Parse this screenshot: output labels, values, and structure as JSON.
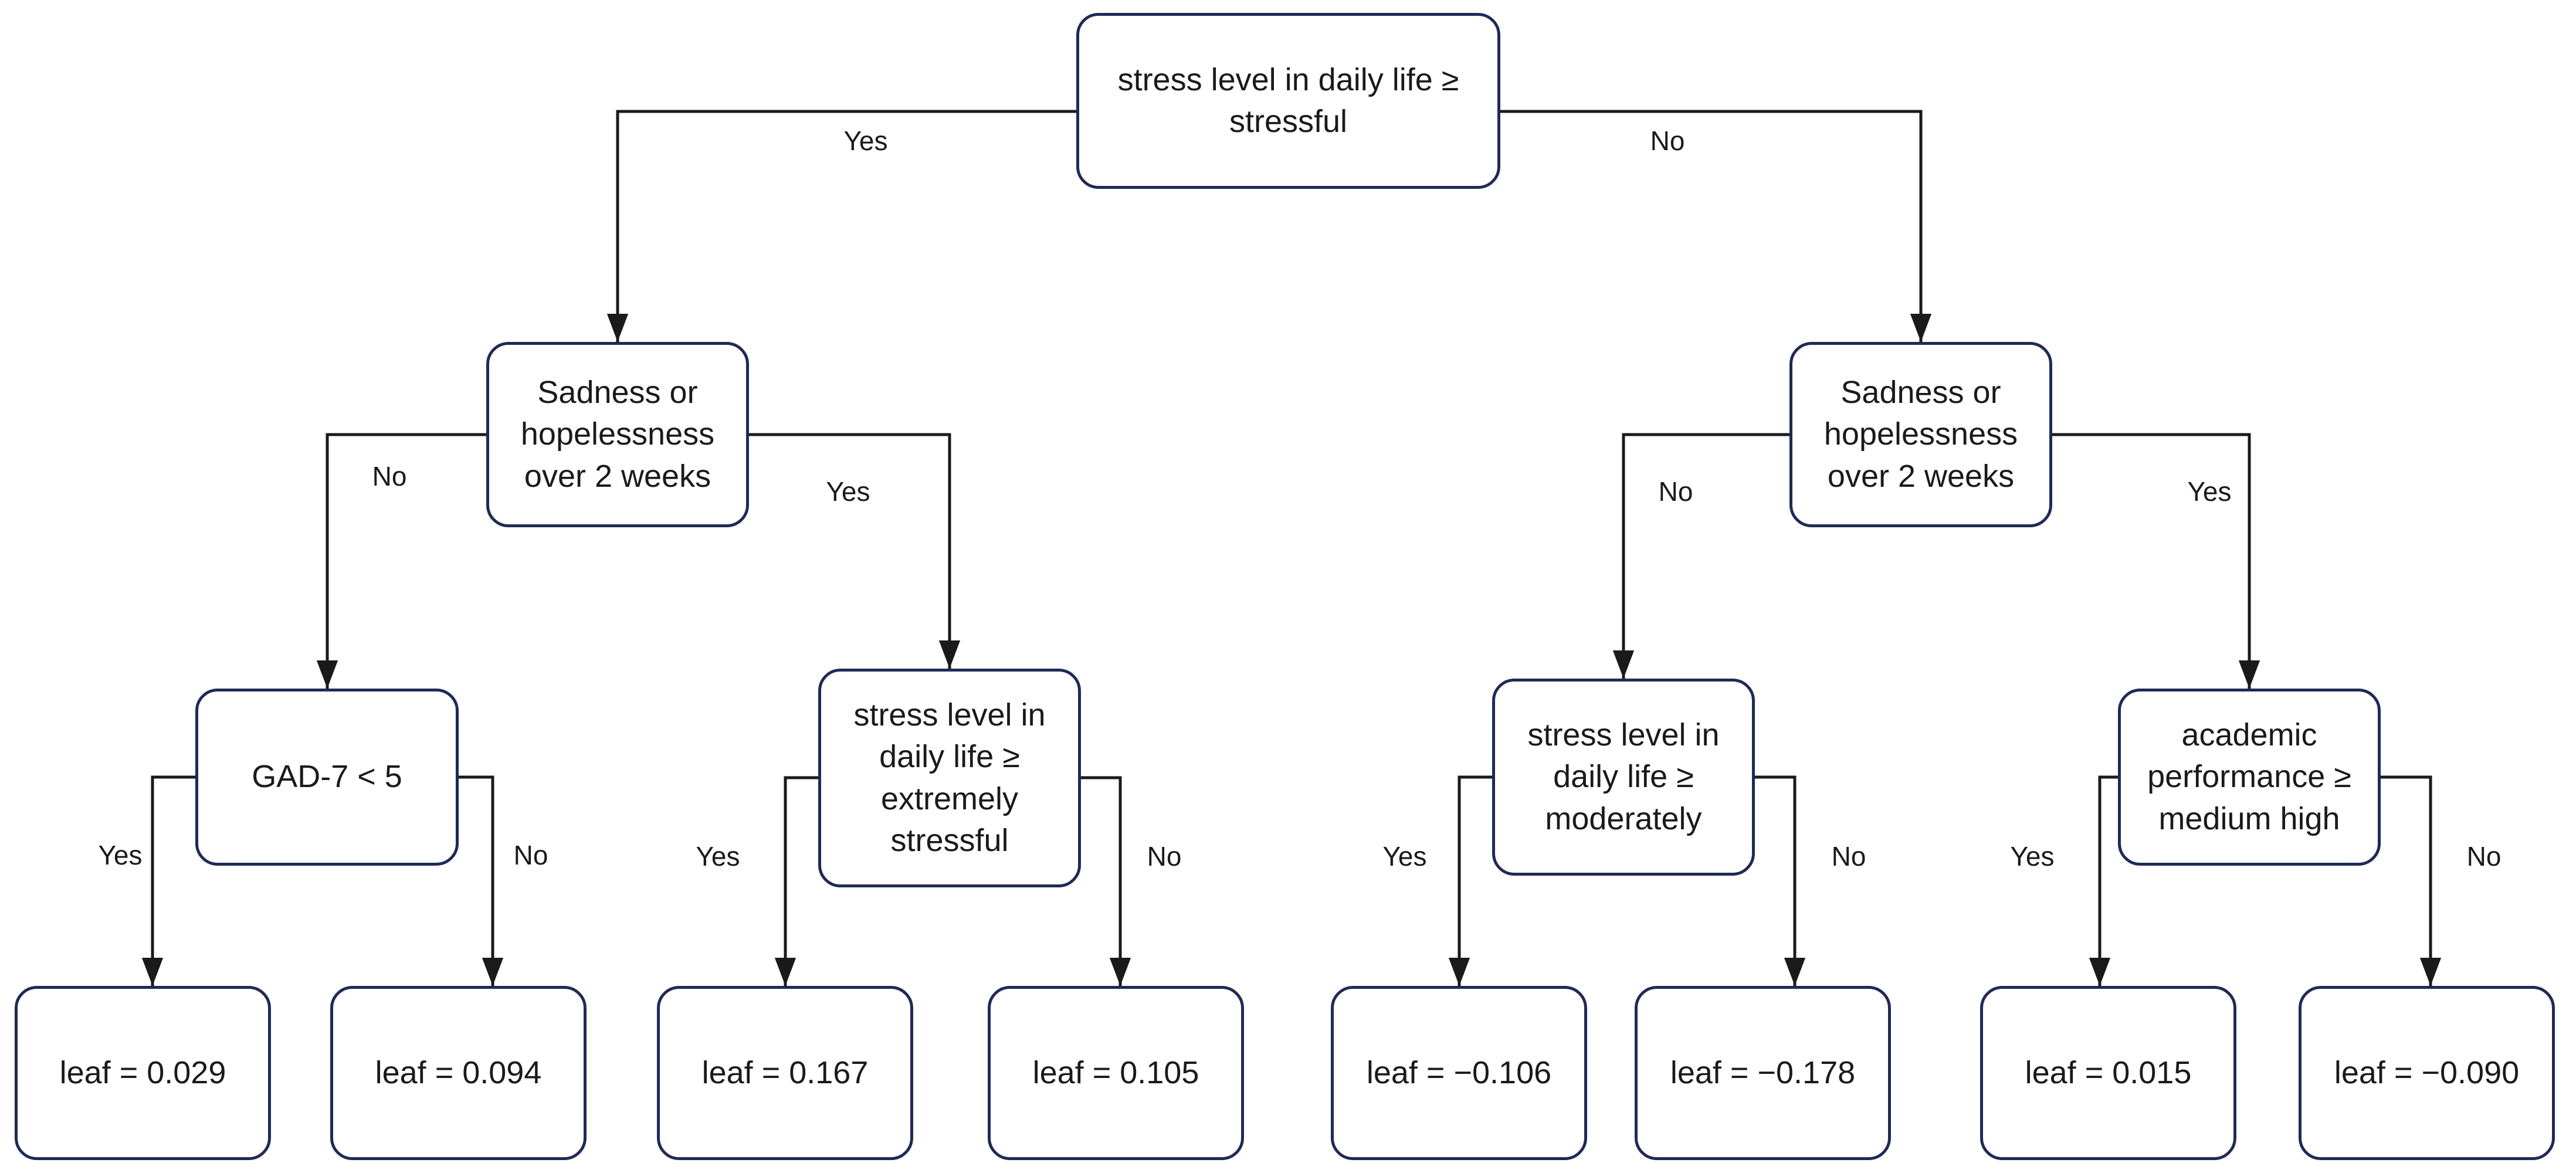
{
  "diagram": {
    "type": "decision-tree",
    "colors": {
      "node_border": "#1f2a56",
      "node_fill": "#ffffff",
      "edge": "#1a1a1a",
      "text": "#1a1a1a",
      "background": "#ffffff"
    },
    "nodes": {
      "root": {
        "label": "stress level in daily life ≥ stressful"
      },
      "sad_left": {
        "label": "Sadness or hopelessness over 2 weeks"
      },
      "sad_right": {
        "label": "Sadness or hopelessness over 2 weeks"
      },
      "gad7": {
        "label": "GAD-7 < 5"
      },
      "stress_extreme": {
        "label": "stress level in daily life ≥ extremely stressful"
      },
      "stress_moderate": {
        "label": "stress level in daily life ≥ moderately"
      },
      "academic": {
        "label": "academic performance ≥ medium high"
      },
      "leaf_1": {
        "label": "leaf = 0.029"
      },
      "leaf_2": {
        "label": "leaf = 0.094"
      },
      "leaf_3": {
        "label": "leaf = 0.167"
      },
      "leaf_4": {
        "label": "leaf = 0.105"
      },
      "leaf_5": {
        "label": "leaf = −0.106"
      },
      "leaf_6": {
        "label": "leaf = −0.178"
      },
      "leaf_7": {
        "label": "leaf = 0.015"
      },
      "leaf_8": {
        "label": "leaf = −0.090"
      }
    },
    "edge_labels": {
      "root_yes": "Yes",
      "root_no": "No",
      "sad_left_no": "No",
      "sad_left_yes": "Yes",
      "sad_right_no": "No",
      "sad_right_yes": "Yes",
      "gad7_yes": "Yes",
      "gad7_no": "No",
      "extreme_yes": "Yes",
      "extreme_no": "No",
      "moderate_yes": "Yes",
      "moderate_no": "No",
      "academic_yes": "Yes",
      "academic_no": "No"
    },
    "tree": {
      "node": "stress level in daily life ≥ stressful",
      "yes": {
        "node": "Sadness or hopelessness over 2 weeks",
        "no": {
          "node": "GAD-7 < 5",
          "yes": {
            "leaf": 0.029
          },
          "no": {
            "leaf": 0.094
          }
        },
        "yes": {
          "node": "stress level in daily life ≥ extremely stressful",
          "yes": {
            "leaf": 0.167
          },
          "no": {
            "leaf": 0.105
          }
        }
      },
      "no": {
        "node": "Sadness or hopelessness over 2 weeks",
        "no": {
          "node": "stress level in daily life ≥ moderately",
          "yes": {
            "leaf": -0.106
          },
          "no": {
            "leaf": -0.178
          }
        },
        "yes": {
          "node": "academic performance ≥ medium high",
          "yes": {
            "leaf": 0.015
          },
          "no": {
            "leaf": -0.09
          }
        }
      }
    }
  }
}
